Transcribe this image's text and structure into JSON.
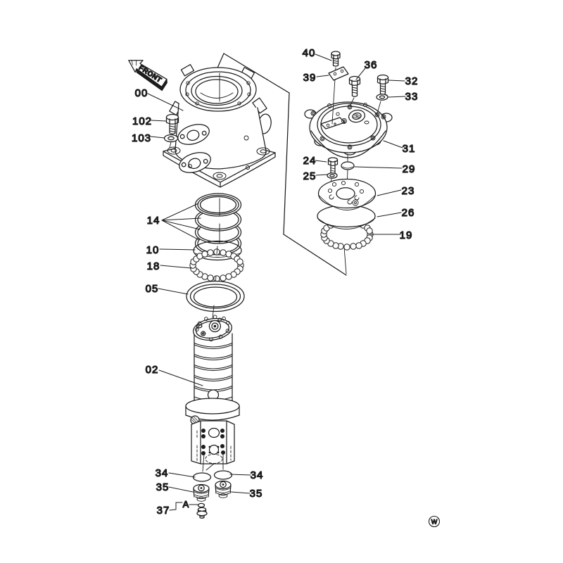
{
  "diagram": {
    "front_banner": "FRONT",
    "watermark": "W",
    "ink_color": "#1c1c1c",
    "paper_color": "#ffffff",
    "callouts": {
      "c00": "00",
      "c102": "102",
      "c103": "103",
      "c40": "40",
      "c39": "39",
      "c36": "36",
      "c32": "32",
      "c33": "33",
      "c31": "31",
      "c24": "24",
      "c25": "25",
      "c29": "29",
      "c23": "23",
      "c26": "26",
      "c19": "19",
      "c14": "14",
      "c10": "10",
      "c18": "18",
      "c05": "05",
      "c02": "02",
      "c34_left": "34",
      "c34_right": "34",
      "c35_left": "35",
      "c35_right": "35",
      "cA": "A",
      "c37": "37"
    }
  }
}
